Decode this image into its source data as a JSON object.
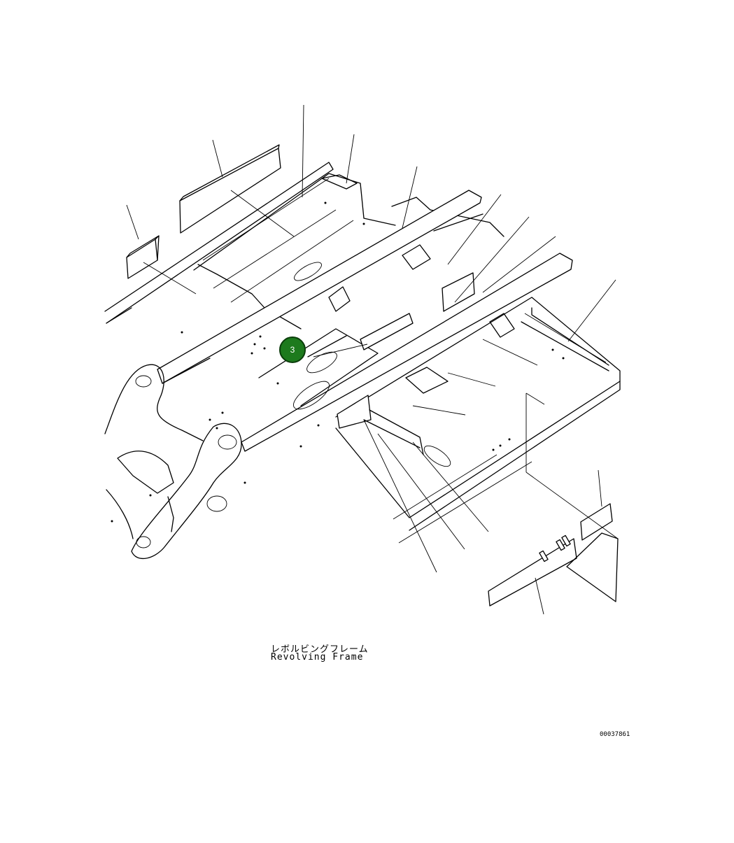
{
  "caption": {
    "japanese": "レボルビングフレーム",
    "english": "Revolving Frame"
  },
  "figure_id": "00037861",
  "callouts": [
    {
      "label": "3",
      "color": "#1d7a1d"
    }
  ]
}
